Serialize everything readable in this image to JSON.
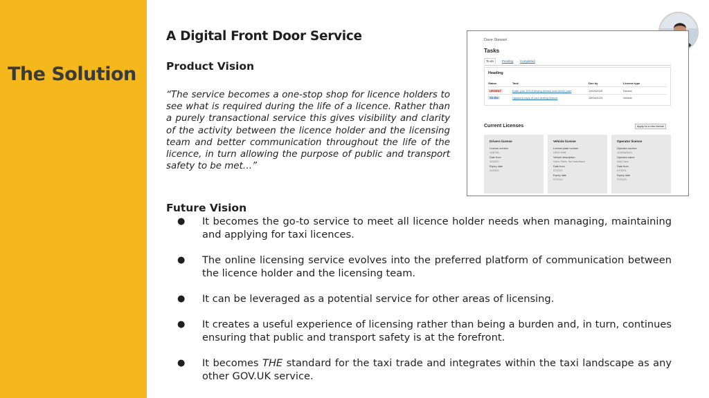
{
  "sidebar": {
    "title": "The Solution"
  },
  "main": {
    "title": "A Digital Front Door Service",
    "product_heading": "Product Vision",
    "product_quote": "“The service becomes a one-stop shop for licence holders to see what is required during the life of a licence. Rather than a purely transactional service this gives visibility and clarity of the activity between the licence holder and the licensing team and better communication throughout the life of the licence, in turn allowing the purpose of public and transport safety to be met…”",
    "future_heading": "Future Vision",
    "future_bullets": [
      "It becomes the go-to service to meet all licence holder needs when managing, maintaining and applying for taxi licences.",
      "The online licensing service evolves into the preferred platform of communication between the licence holder and the licensing team.",
      "It can be leveraged as a potential service for other areas of licensing.",
      "It creates a useful experience of licensing rather than being a burden and, in turn, continues ensuring that public and transport safety is at the forefront."
    ],
    "last_bullet": {
      "before": "It becomes ",
      "emphasis": "THE",
      "after": " standard for the taxi trade and integrates within the taxi landscape as any other GOV.UK service."
    },
    "bullet_glyph": "●"
  },
  "avatar": {
    "icon": "person-photo-icon"
  },
  "screenshot": {
    "user": "Dave Stewart",
    "tasks_title": "Tasks",
    "tabs": [
      "To do",
      "Pending",
      "Completed"
    ],
    "panel_heading": "Heading",
    "columns": [
      "Status",
      "Task",
      "Due by",
      "License type"
    ],
    "rows": [
      {
        "status": "URGENT",
        "task": "Enter your DVLA driving licence and check code",
        "due": "13/03/2023",
        "type": "Drivers"
      },
      {
        "status": "TO DO",
        "task": "Upload a copy of your driving licence",
        "due": "18/04/2023",
        "type": "Vehicle"
      }
    ],
    "current_title": "Current Licenses",
    "apply_button": "Apply for a new license",
    "cards": [
      {
        "title": "Drivers license",
        "lines": [
          "License number",
          "1AB726",
          "Date from",
          "11/2020",
          "Expiry date",
          "11/2023"
        ]
      },
      {
        "title": "Vehicle license",
        "lines": [
          "License plate number",
          "DR19 HVB",
          "Vehicle description",
          "Volvo Silver, 5st Hatchback",
          "Date from",
          "07/2021",
          "Expiry date",
          "07/2024"
        ]
      },
      {
        "title": "Operator license",
        "lines": [
          "Operator number",
          "123456/0101",
          "Operator name",
          "A&A Cars",
          "Date from",
          "07/2021",
          "Expiry date",
          "07/2025"
        ]
      }
    ],
    "colors": {
      "link": "#1d70b8",
      "urgent_bg": "#f6d7d2",
      "todo_bg": "#d2e2f1",
      "card_bg": "#e8e8e8"
    }
  },
  "colors": {
    "sidebar": "#f4b81c",
    "text": "#1f1f1f",
    "sidebar_title": "#3a3a3a"
  }
}
